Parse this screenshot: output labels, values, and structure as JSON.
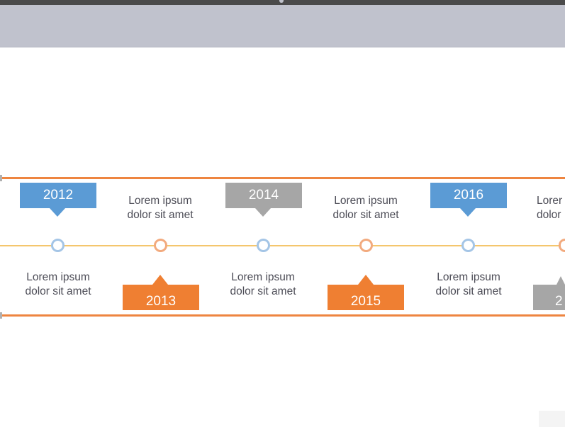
{
  "timeline": {
    "items": [
      {
        "year": "2012",
        "caption_line1": "Lorem ipsum",
        "caption_line2": "dolor sit amet"
      },
      {
        "year": "2013",
        "caption_line1": "Lorem ipsum",
        "caption_line2": "dolor sit amet"
      },
      {
        "year": "2014",
        "caption_line1": "Lorem ipsum",
        "caption_line2": "dolor sit amet"
      },
      {
        "year": "2015",
        "caption_line1": "Lorem ipsum",
        "caption_line2": "dolor sit amet"
      },
      {
        "year": "2016",
        "caption_line1": "Lorem ipsum",
        "caption_line2": "dolor sit amet"
      },
      {
        "year": "2",
        "caption_line1": "Lorer",
        "caption_line2": "dolor"
      }
    ]
  },
  "colors": {
    "frame": "#ee8540",
    "axis": "#f4c66d",
    "year_blue": "#5b9bd5",
    "year_gray": "#a6a6a6",
    "year_orange": "#ef7f32",
    "node_blue": "#9cc1e4",
    "node_orange": "#f2aa7e",
    "caption_text": "#4c4c56",
    "header_bar": "#c0c2cd"
  }
}
